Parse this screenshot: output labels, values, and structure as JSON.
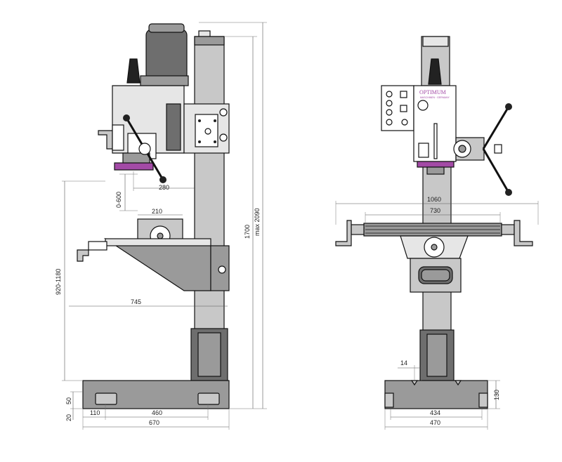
{
  "side_view": {
    "dims": {
      "d280": "280",
      "d0_600": "0-600",
      "d210": "210",
      "d1700": "1700",
      "dmax2090": "max  2090",
      "d920_1180": "920-1180",
      "d745": "745",
      "d50": "50",
      "d20": "20",
      "d110": "110",
      "d460": "460",
      "d670": "670"
    }
  },
  "front_view": {
    "brand": "OPTIMUM",
    "brand_sub": "MASCHINEN · GERMANY",
    "dims": {
      "d1060": "1060",
      "d730": "730",
      "d14": "14",
      "d130": "130",
      "d434": "434",
      "d470": "470"
    }
  },
  "colors": {
    "accent_purple": "#a34aa6",
    "metal_dark": "#6e6e6e",
    "metal_mid": "#9a9a9a",
    "metal_light": "#c8c8c8"
  }
}
